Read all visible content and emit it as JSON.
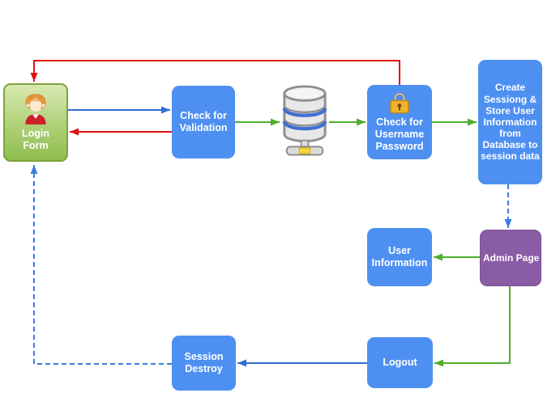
{
  "diagram": {
    "title": "Login session flow diagram",
    "background": "#ffffff"
  },
  "nodes": {
    "login_form": {
      "label": "Login Form",
      "shape": "rounded-rect",
      "color": "green",
      "icon": "person-icon"
    },
    "check_validation": {
      "label": "Check for Validation",
      "shape": "rounded-rect",
      "color": "blue"
    },
    "database": {
      "label": "",
      "shape": "database-icon",
      "color": "gray"
    },
    "check_username": {
      "label": "Check for Username Password",
      "shape": "rounded-rect",
      "color": "blue",
      "icon": "padlock-icon"
    },
    "create_session": {
      "label": "Create Sessiong & Store User Information from Database to session data",
      "shape": "rounded-rect",
      "color": "blue"
    },
    "user_information": {
      "label": "User Information",
      "shape": "rounded-rect",
      "color": "blue"
    },
    "admin_page": {
      "label": "Admin Page",
      "shape": "rounded-rect",
      "color": "purple"
    },
    "session_destroy": {
      "label": "Session Destroy",
      "shape": "rounded-rect",
      "color": "blue"
    },
    "logout": {
      "label": "Logout",
      "shape": "rounded-rect",
      "color": "blue"
    }
  },
  "edges": [
    {
      "from": "login_form",
      "to": "check_validation",
      "color": "blue",
      "style": "solid"
    },
    {
      "from": "check_validation",
      "to": "login_form",
      "color": "red",
      "style": "solid"
    },
    {
      "from": "check_validation",
      "to": "database",
      "color": "green",
      "style": "solid"
    },
    {
      "from": "database",
      "to": "check_username",
      "color": "green",
      "style": "solid"
    },
    {
      "from": "check_username",
      "to": "create_session",
      "color": "green",
      "style": "solid"
    },
    {
      "from": "check_username",
      "to": "login_form",
      "color": "red",
      "style": "solid"
    },
    {
      "from": "create_session",
      "to": "admin_page",
      "color": "blue",
      "style": "dashed"
    },
    {
      "from": "admin_page",
      "to": "user_information",
      "color": "green",
      "style": "solid"
    },
    {
      "from": "admin_page",
      "to": "logout",
      "color": "green",
      "style": "solid"
    },
    {
      "from": "logout",
      "to": "session_destroy",
      "color": "blue",
      "style": "solid"
    },
    {
      "from": "session_destroy",
      "to": "login_form",
      "color": "blue",
      "style": "dashed"
    }
  ],
  "icons": {
    "person": "person-icon",
    "padlock": "padlock-icon",
    "database": "database-icon"
  },
  "colors": {
    "canvas-bg": "#ffffff",
    "node-blue": "#4d90f2",
    "node-purple": "#8a5ca6",
    "node-purple-border": "#7b5194",
    "node-green-top": "#d9e9b2",
    "node-green-mid": "#aed077",
    "node-green-bottom": "#8fbd50",
    "node-green-border": "#7da23e",
    "arrow-red": "#e01111",
    "arrow-blue": "#2e6fd2",
    "arrow-blue-dashed": "#3d7de0",
    "arrow-green": "#4fae2c",
    "label-color": "#ffffff"
  }
}
